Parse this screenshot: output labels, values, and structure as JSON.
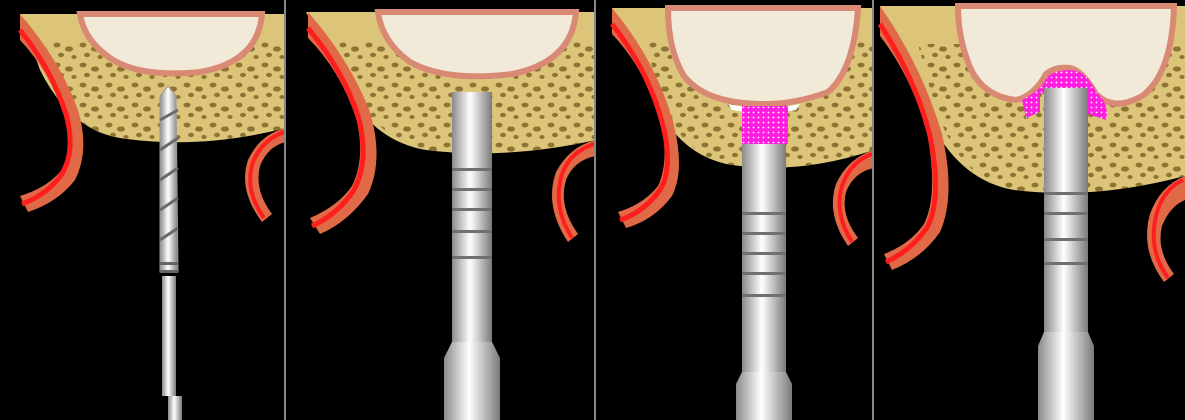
{
  "figure": {
    "panels": [
      {
        "step": 1,
        "instrument": "pilot-drill",
        "graft": "none"
      },
      {
        "step": 2,
        "instrument": "osteotome",
        "graft": "none"
      },
      {
        "step": 3,
        "instrument": "osteotome",
        "graft": "block"
      },
      {
        "step": 4,
        "instrument": "osteotome",
        "graft": "dispersed"
      }
    ],
    "colors": {
      "background": "#000000",
      "bone": "#dcc479",
      "trabecular": "#8d7434",
      "sinus_cavity": "#f2ead8",
      "sinus_membrane": "#d98a74",
      "gingiva": "#e06a48",
      "gingiva_edge": "#ff1e1e",
      "graft": "#ff1ee0",
      "instrument": "#d8d8d8"
    }
  }
}
